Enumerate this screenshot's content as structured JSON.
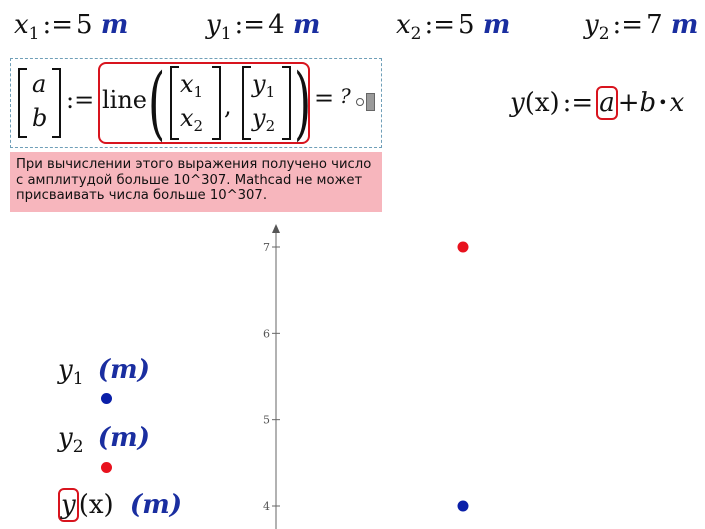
{
  "definitions": [
    {
      "var": "x",
      "sub": "1",
      "op": ":=",
      "value": "5",
      "unit": "m"
    },
    {
      "var": "y",
      "sub": "1",
      "op": ":=",
      "value": "4",
      "unit": "m"
    },
    {
      "var": "x",
      "sub": "2",
      "op": ":=",
      "value": "5",
      "unit": "m"
    },
    {
      "var": "y",
      "sub": "2",
      "op": ":=",
      "value": "7",
      "unit": "m"
    }
  ],
  "line_expr": {
    "lhs": [
      "a",
      "b"
    ],
    "op": ":=",
    "func": "line",
    "arg1": [
      {
        "var": "x",
        "sub": "1"
      },
      {
        "var": "x",
        "sub": "2"
      }
    ],
    "comma": ",",
    "arg2": [
      {
        "var": "y",
        "sub": "1"
      },
      {
        "var": "y",
        "sub": "2"
      }
    ],
    "result_op": "=",
    "result_placeholder": "?"
  },
  "func_def": {
    "name": "y",
    "arg": "(x)",
    "op": ":=",
    "a": "a",
    "plus": "+",
    "b": "b",
    "dot": "•",
    "x": "x"
  },
  "error_message": "При вычислении этого выражения получено число с амплитудой больше 10^307. Mathcad не может присваивать числа больше 10^307.",
  "legend": [
    {
      "label_var": "y",
      "label_sub": "1",
      "unit": "(m)",
      "color": "#0a1fa8"
    },
    {
      "label_var": "y",
      "label_sub": "2",
      "unit": "(m)",
      "color": "#e8121e"
    },
    {
      "label_var": "y",
      "label_arg": "(x)",
      "unit": "(m)",
      "color": "#111111"
    }
  ],
  "colors": {
    "unit": "#1a2ea0",
    "error_bg": "#f7b6bd",
    "highlight": "#d8141e",
    "series1": "#0a1fa8",
    "series2": "#e8121e"
  },
  "chart_data": {
    "type": "scatter",
    "y_ticks": [
      4,
      5,
      6,
      7
    ],
    "ylim": [
      3.5,
      7.2
    ],
    "grid": false,
    "series": [
      {
        "name": "y1 (m)",
        "color": "#0a1fa8",
        "points": [
          {
            "x": 5,
            "y": 4
          }
        ]
      },
      {
        "name": "y2 (m)",
        "color": "#e8121e",
        "points": [
          {
            "x": 5,
            "y": 7
          }
        ]
      }
    ]
  }
}
